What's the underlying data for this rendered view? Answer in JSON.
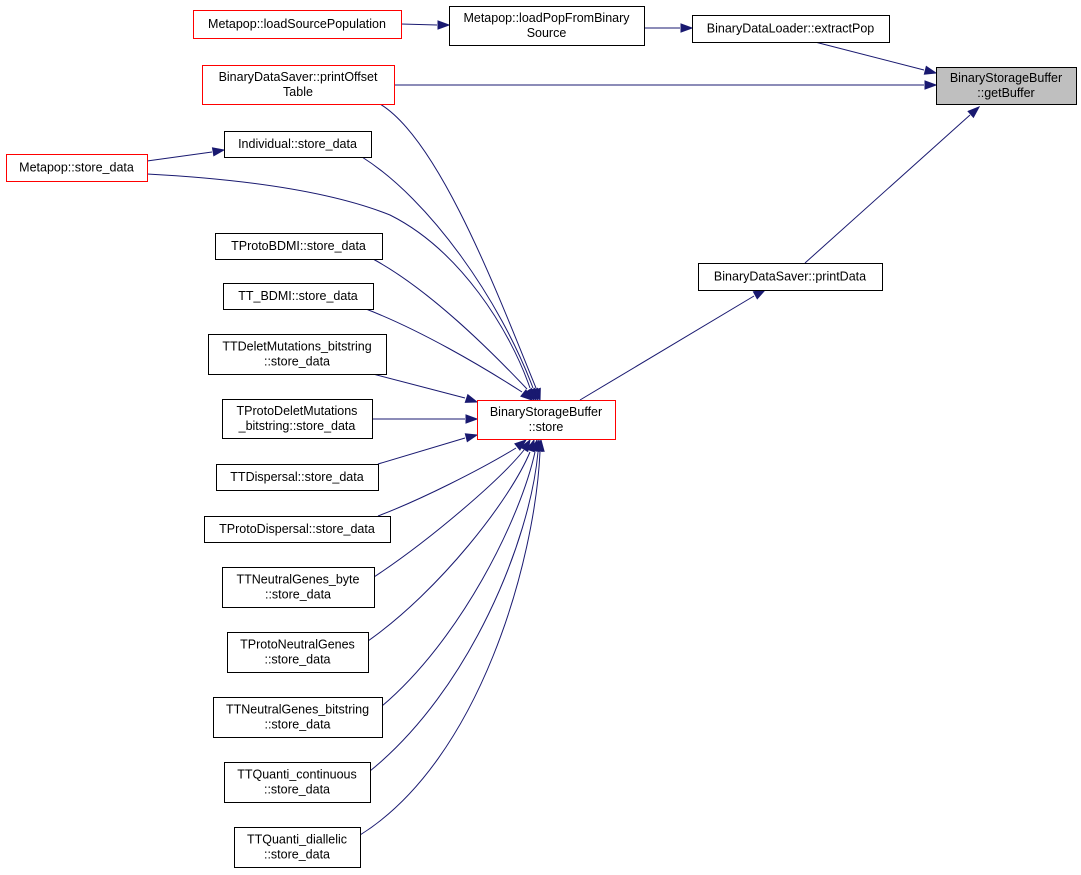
{
  "colors": {
    "edge": "#191970",
    "node_border": "#000000",
    "node_border_truncated": "#ff0000",
    "root_fill": "#bfbfbf",
    "node_fill": "#ffffff"
  },
  "nodes": {
    "getBuffer": {
      "lines": [
        "BinaryStorageBuffer",
        "::getBuffer"
      ],
      "style": "root"
    },
    "extractPop": {
      "lines": [
        "BinaryDataLoader::extractPop"
      ],
      "style": "normal"
    },
    "loadPopFromBinarySource": {
      "lines": [
        "Metapop::loadPopFromBinary",
        "Source"
      ],
      "style": "normal"
    },
    "loadSourcePopulation": {
      "lines": [
        "Metapop::loadSourcePopulation"
      ],
      "style": "truncated"
    },
    "printOffsetTable": {
      "lines": [
        "BinaryDataSaver::printOffset",
        "Table"
      ],
      "style": "truncated"
    },
    "individualStore": {
      "lines": [
        "Individual::store_data"
      ],
      "style": "normal"
    },
    "metapopStore": {
      "lines": [
        "Metapop::store_data"
      ],
      "style": "truncated"
    },
    "printData": {
      "lines": [
        "BinaryDataSaver::printData"
      ],
      "style": "normal"
    },
    "store": {
      "lines": [
        "BinaryStorageBuffer",
        "::store"
      ],
      "style": "truncated"
    },
    "tprotoBDMI": {
      "lines": [
        "TProtoBDMI::store_data"
      ],
      "style": "normal"
    },
    "ttBDMI": {
      "lines": [
        "TT_BDMI::store_data"
      ],
      "style": "normal"
    },
    "ttDeletMutBitstring": {
      "lines": [
        "TTDeletMutations_bitstring",
        "::store_data"
      ],
      "style": "normal"
    },
    "tprotoDeletMut": {
      "lines": [
        "TProtoDeletMutations",
        "_bitstring::store_data"
      ],
      "style": "normal"
    },
    "ttDispersal": {
      "lines": [
        "TTDispersal::store_data"
      ],
      "style": "normal"
    },
    "tprotoDispersal": {
      "lines": [
        "TProtoDispersal::store_data"
      ],
      "style": "normal"
    },
    "ttNeutralByte": {
      "lines": [
        "TTNeutralGenes_byte",
        "::store_data"
      ],
      "style": "normal"
    },
    "tprotoNeutral": {
      "lines": [
        "TProtoNeutralGenes",
        "::store_data"
      ],
      "style": "normal"
    },
    "ttNeutralBitstring": {
      "lines": [
        "TTNeutralGenes_bitstring",
        "::store_data"
      ],
      "style": "normal"
    },
    "ttQuantiContinuous": {
      "lines": [
        "TTQuanti_continuous",
        "::store_data"
      ],
      "style": "normal"
    },
    "ttQuantiDiallelic": {
      "lines": [
        "TTQuanti_diallelic",
        "::store_data"
      ],
      "style": "normal"
    }
  },
  "edges": [
    {
      "from": "loadSourcePopulation",
      "to": "loadPopFromBinarySource"
    },
    {
      "from": "loadPopFromBinarySource",
      "to": "extractPop"
    },
    {
      "from": "extractPop",
      "to": "getBuffer"
    },
    {
      "from": "printOffsetTable",
      "to": "getBuffer"
    },
    {
      "from": "printData",
      "to": "getBuffer"
    },
    {
      "from": "metapopStore",
      "to": "individualStore"
    },
    {
      "from": "store",
      "to": "printData"
    },
    {
      "from": "printOffsetTable",
      "to": "store"
    },
    {
      "from": "individualStore",
      "to": "store"
    },
    {
      "from": "metapopStore",
      "to": "store"
    },
    {
      "from": "tprotoBDMI",
      "to": "store"
    },
    {
      "from": "ttBDMI",
      "to": "store"
    },
    {
      "from": "ttDeletMutBitstring",
      "to": "store"
    },
    {
      "from": "tprotoDeletMut",
      "to": "store"
    },
    {
      "from": "ttDispersal",
      "to": "store"
    },
    {
      "from": "tprotoDispersal",
      "to": "store"
    },
    {
      "from": "ttNeutralByte",
      "to": "store"
    },
    {
      "from": "tprotoNeutral",
      "to": "store"
    },
    {
      "from": "ttNeutralBitstring",
      "to": "store"
    },
    {
      "from": "ttQuantiContinuous",
      "to": "store"
    },
    {
      "from": "ttQuantiDiallelic",
      "to": "store"
    }
  ]
}
